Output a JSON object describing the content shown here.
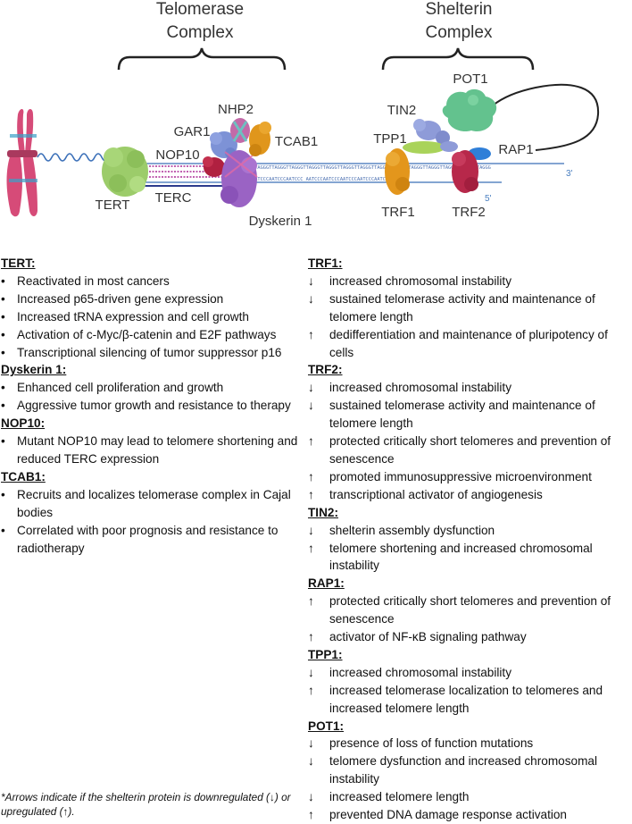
{
  "diagram": {
    "headings": {
      "telomerase": [
        "Telomerase",
        "Complex"
      ],
      "shelterin": [
        "Shelterin",
        "Complex"
      ]
    },
    "labels": {
      "tert": "TERT",
      "terc": "TERC",
      "nop10": "NOP10",
      "gar1": "GAR1",
      "nhp2": "NHP2",
      "tcab1": "TCAB1",
      "dyskerin": "Dyskerin 1",
      "pot1": "POT1",
      "tin2": "TIN2",
      "tpp1": "TPP1",
      "rap1": "RAP1",
      "trf1": "TRF1",
      "trf2": "TRF2"
    },
    "dna": {
      "top_strand": "TTAGGGTTAGGGTTAGGGTTAGGGTTAGGGTTAGGGTTAGGGTTAGGGTTAGGGTTAGGGTTAGGGTTAGGGTTAGGGTTAGGG",
      "bottom_strand": "AATCCCAATCCCAATCCC AATCCCAATCCCAATCCCAATCCCAATCCCAATCCC",
      "end_3": "3'",
      "end_5": "5'"
    },
    "colors": {
      "tert": "#9ccc6a",
      "terc": "#c060b0",
      "nop10": "#b02040",
      "gar1": "#7d92d6",
      "nhp2": "#c26aa8",
      "tcab1": "#e0961c",
      "dyskerin": "#9a63c4",
      "pot1": "#63c28e",
      "tin2": "#8e9bd8",
      "tpp1": "#a9d35a",
      "rap1": "#2f7fd8",
      "trf1": "#e3961c",
      "trf2": "#b7284a",
      "dna": "#3a6fb8",
      "chromosome": "#d64b78"
    }
  },
  "left_sections": [
    {
      "title": "TERT:",
      "marker": "•",
      "items": [
        "Reactivated in most cancers",
        "Increased p65-driven gene expression",
        "Increased tRNA expression and cell growth",
        "Activation of c-Myc/β-catenin and E2F pathways",
        "Transcriptional silencing of tumor suppressor p16"
      ]
    },
    {
      "title": "Dyskerin 1:",
      "marker": "•",
      "items": [
        "Enhanced cell proliferation and growth",
        "Aggressive tumor growth and resistance to therapy"
      ]
    },
    {
      "title": "NOP10:",
      "marker": "•",
      "items": [
        "Mutant NOP10 may lead to telomere shortening and reduced TERC expression"
      ]
    },
    {
      "title": "TCAB1:",
      "marker": "•",
      "items": [
        "Recruits and localizes telomerase complex in Cajal bodies",
        "Correlated with poor prognosis and resistance to radiotherapy"
      ]
    }
  ],
  "right_sections": [
    {
      "title": "TRF1:",
      "items": [
        {
          "arrow": "↓",
          "text": "increased chromosomal instability"
        },
        {
          "arrow": "↓",
          "text": "sustained telomerase activity and maintenance of telomere length"
        },
        {
          "arrow": "↑",
          "text": "dedifferentiation and maintenance of pluripotency of cells"
        }
      ]
    },
    {
      "title": "TRF2:",
      "items": [
        {
          "arrow": "↓",
          "text": "increased chromosomal instability"
        },
        {
          "arrow": "↓",
          "text": "sustained telomerase activity and maintenance of telomere length"
        },
        {
          "arrow": "↑",
          "text": "protected critically short telomeres and prevention of senescence"
        },
        {
          "arrow": "↑",
          "text": "promoted immunosuppressive microenvironment"
        },
        {
          "arrow": "↑",
          "text": "transcriptional activator of angiogenesis"
        }
      ]
    },
    {
      "title": "TIN2:",
      "items": [
        {
          "arrow": "↓",
          "text": "shelterin assembly dysfunction"
        },
        {
          "arrow": "↑",
          "text": "telomere shortening and increased chromosomal instability"
        }
      ]
    },
    {
      "title": "RAP1:",
      "items": [
        {
          "arrow": "↑",
          "text": "protected critically short telomeres and prevention of senescence"
        },
        {
          "arrow": "↑",
          "text": "activator of NF-κB signaling pathway"
        }
      ]
    },
    {
      "title": "TPP1:",
      "items": [
        {
          "arrow": "↓",
          "text": "increased chromosomal instability"
        },
        {
          "arrow": "↑",
          "text": "increased telomerase localization to telomeres and increased telomere length"
        }
      ]
    },
    {
      "title": "POT1:",
      "items": [
        {
          "arrow": "↓",
          "text": "presence of loss of function mutations"
        },
        {
          "arrow": "↓",
          "text": "telomere dysfunction and increased chromosomal instability"
        },
        {
          "arrow": "↓",
          "text": "increased telomere length"
        },
        {
          "arrow": "↑",
          "text": "prevented DNA damage response activation"
        }
      ]
    }
  ],
  "footnote": "*Arrows indicate if the shelterin protein is downregulated (↓) or upregulated (↑)."
}
